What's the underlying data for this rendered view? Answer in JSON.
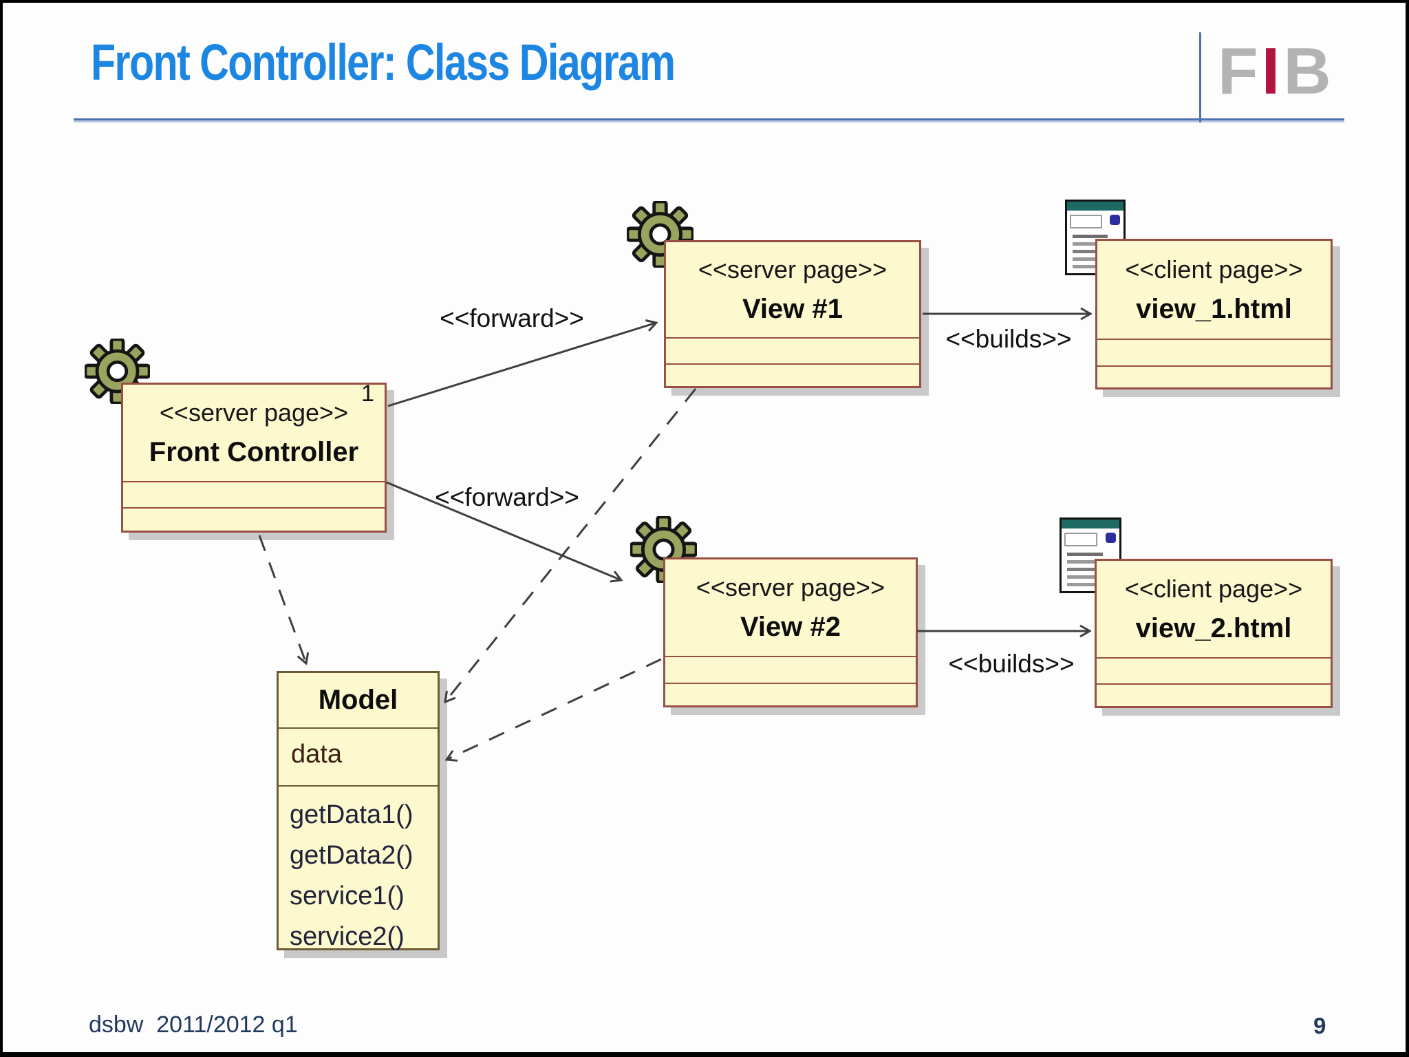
{
  "slide": {
    "title": "Front Controller: Class Diagram",
    "logo_letters": {
      "f": "F",
      "i": "I",
      "b": "B"
    },
    "footer": {
      "course_code": "dsbw  2011/2012 q1",
      "page_number": "9"
    }
  },
  "colors": {
    "title_blue": "#1d86e3",
    "rule_blue": "#4d72b4",
    "logo_gray": "#b3b3b3",
    "logo_crimson": "#b0143f",
    "box_fill": "#fcf9cf",
    "box_border_maroon": "#9a4f45",
    "model_border_brown": "#6e5a35",
    "shadow_gray": "#c9c9c9",
    "connector_gray": "#3f3f3f",
    "gear_olive": "#9aa45e",
    "browser_titlebar_teal": "#1c6a63",
    "footer_navy": "#21395f"
  },
  "diagram": {
    "front_controller": {
      "stereotype": "<<server page>>",
      "name": "Front Controller",
      "icon": "gear",
      "multiplicity": "1"
    },
    "view1": {
      "stereotype": "<<server page>>",
      "name": "View #1",
      "icon": "gear"
    },
    "view2": {
      "stereotype": "<<server page>>",
      "name": "View #2",
      "icon": "gear"
    },
    "client1": {
      "stereotype": "<<client page>>",
      "name": "view_1.html",
      "icon": "browser-window"
    },
    "client2": {
      "stereotype": "<<client page>>",
      "name": "view_2.html",
      "icon": "browser-window"
    },
    "model": {
      "name": "Model",
      "attributes": [
        "data"
      ],
      "methods": [
        "getData1()",
        "getData2()",
        "service1()",
        "service2()"
      ]
    },
    "labels": {
      "forward1": "<<forward>>",
      "forward2": "<<forward>>",
      "builds1": "<<builds>>",
      "builds2": "<<builds>>"
    }
  }
}
